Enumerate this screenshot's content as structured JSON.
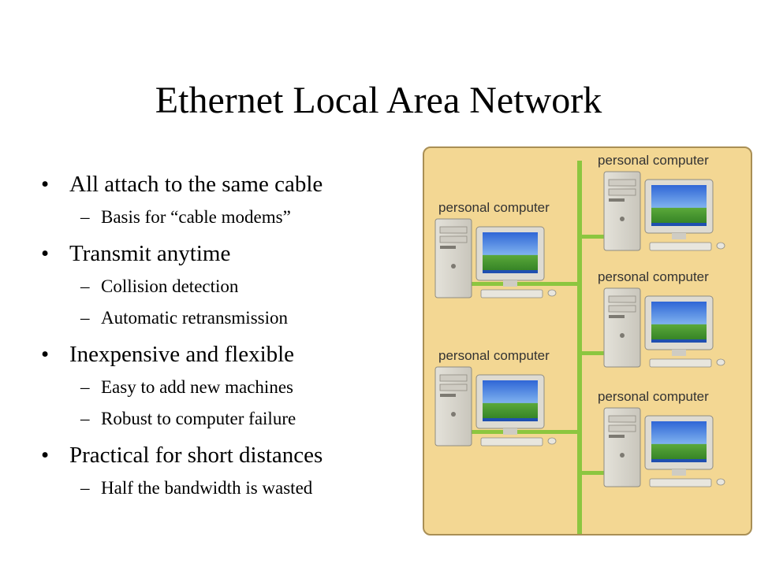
{
  "slide": {
    "title": "Ethernet Local Area Network"
  },
  "bullets": [
    {
      "text": "All attach to the same cable",
      "sub": [
        "Basis for “cable modems”"
      ]
    },
    {
      "text": "Transmit anytime",
      "sub": [
        "Collision detection",
        "Automatic retransmission"
      ]
    },
    {
      "text": "Inexpensive and flexible",
      "sub": [
        "Easy to add new machines",
        "Robust to computer failure"
      ]
    },
    {
      "text": "Practical for short distances",
      "sub": [
        "Half the bandwidth is wasted"
      ]
    }
  ],
  "symbols": {
    "bullet": "•",
    "dash": "–"
  },
  "diagram": {
    "labels": [
      "personal computer",
      "personal computer",
      "personal computer",
      "personal computer",
      "personal computer"
    ],
    "colors": {
      "background": "#f3d793",
      "cable": "#8cc63f",
      "border": "#a98f55"
    }
  }
}
